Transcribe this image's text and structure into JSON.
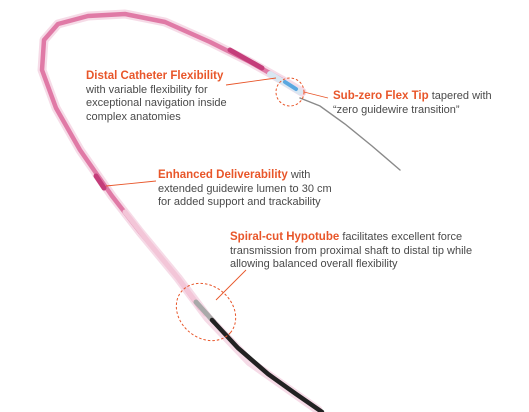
{
  "callouts": {
    "distal": {
      "title": "Distal Catheter Flexibility",
      "line1": "with variable flexibility for",
      "line2": "exceptional navigation inside",
      "line3": "complex anatomies"
    },
    "tip": {
      "title": "Sub-zero Flex Tip",
      "line1_rest": "tapered with",
      "line2": "“zero guidewire transition”"
    },
    "deliverability": {
      "title": "Enhanced Deliverability",
      "line1_rest": "with",
      "line2": "extended guidewire lumen to 30 cm",
      "line3": "for added support and trackability"
    },
    "hypotube": {
      "title": "Spiral-cut Hypotube",
      "line1_rest": "facilitates excellent force",
      "line2": "transmission from proximal shaft to distal tip while",
      "line3": "allowing balanced overall flexibility"
    }
  },
  "colors": {
    "accent": "#e8562a",
    "catheter_pink": "#e07aa6",
    "catheter_light": "#f3c6d8",
    "marker_blue": "#5aa7e0",
    "shaft_dark": "#222222",
    "guidewire": "#8a8a8a",
    "text": "#4a4a4a"
  }
}
